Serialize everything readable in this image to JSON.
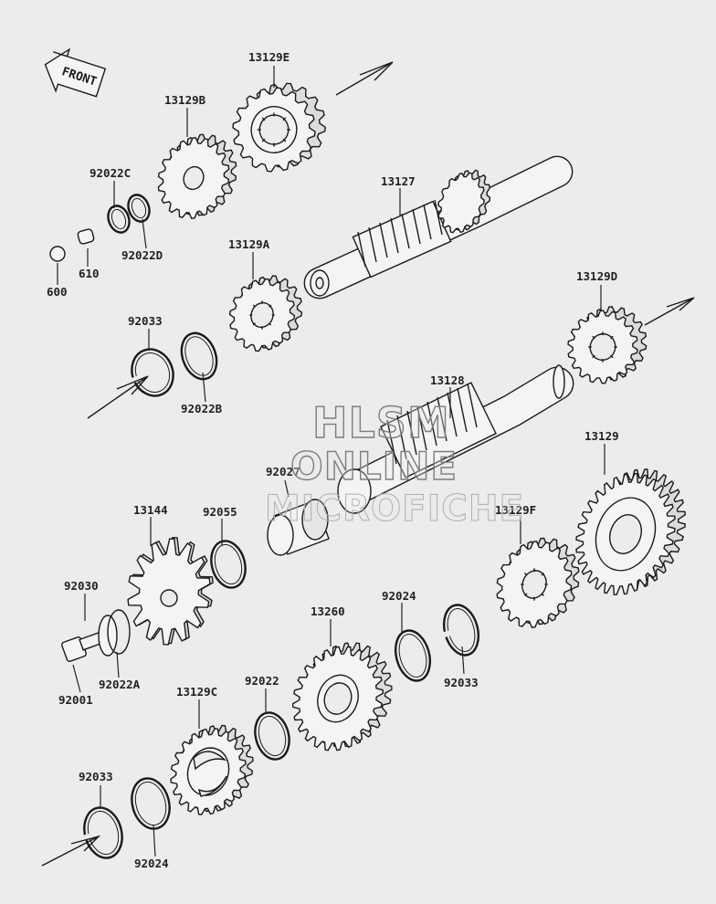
{
  "diagram": {
    "front_label": "FRONT",
    "watermark": [
      "HLSM",
      "ONLINE",
      "MICROFICHE"
    ],
    "parts": {
      "p13129E": "13129E",
      "p13129B": "13129B",
      "p92022C": "92022C",
      "p92022D": "92022D",
      "p610": "610",
      "p600": "600",
      "p13127": "13127",
      "p13129A": "13129A",
      "p92033a": "92033",
      "p92022B": "92022B",
      "p13129D": "13129D",
      "p13128": "13128",
      "p13129": "13129",
      "p92027": "92027",
      "p13144": "13144",
      "p92055": "92055",
      "p13129F": "13129F",
      "p92030": "92030",
      "p92001": "92001",
      "p92022A": "92022A",
      "p13260": "13260",
      "p92024a": "92024",
      "p92033b": "92033",
      "p13129C": "13129C",
      "p92022": "92022",
      "p92033c": "92033",
      "p92024b": "92024"
    }
  }
}
